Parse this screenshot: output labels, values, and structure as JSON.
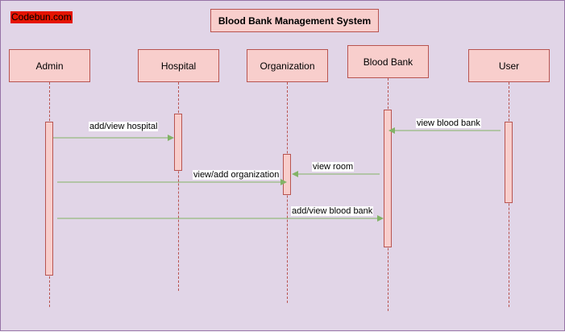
{
  "brand": {
    "label": "Codebun.com",
    "color": "#e51400"
  },
  "diagram": {
    "title": "Blood Bank Management System",
    "actors": [
      {
        "id": "admin",
        "label": "Admin"
      },
      {
        "id": "hospital",
        "label": "Hospital"
      },
      {
        "id": "organization",
        "label": "Organization"
      },
      {
        "id": "blood-bank",
        "label": "Blood Bank"
      },
      {
        "id": "user",
        "label": "User"
      }
    ],
    "messages": [
      {
        "id": "add-view-hospital",
        "from": "admin",
        "to": "hospital",
        "label": "add/view hospital"
      },
      {
        "id": "view-blood-bank",
        "from": "user",
        "to": "blood-bank",
        "label": "view blood bank"
      },
      {
        "id": "view-room",
        "from": "blood-bank",
        "to": "organization",
        "label": "view room"
      },
      {
        "id": "view-add-organization",
        "from": "admin",
        "to": "organization",
        "label": "view/add organization"
      },
      {
        "id": "add-view-blood-bank",
        "from": "admin",
        "to": "blood-bank",
        "label": "add/view blood bank"
      }
    ],
    "colors": {
      "background": "#e1d5e7",
      "box_fill": "#f8cecc",
      "box_stroke": "#b85450",
      "arrow": "#82b366"
    }
  }
}
